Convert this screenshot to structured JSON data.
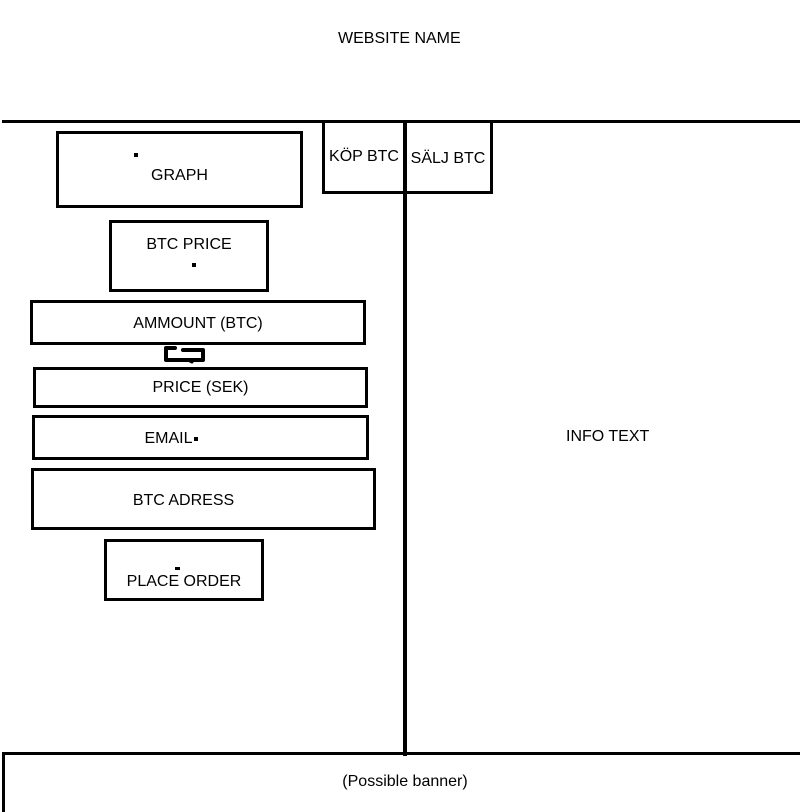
{
  "header": {
    "site_name": "WEBSITE NAME"
  },
  "left_panel": {
    "graph_label": "GRAPH",
    "btc_price_label": "BTC PRICE",
    "amount_label": "AMMOUNT (BTC)",
    "swap_icon": "swap-arrows-icon",
    "price_label": "PRICE (SEK)",
    "email_label": "EMAIL",
    "btc_address_label": "BTC ADRESS",
    "place_order_label": "PLACE ORDER"
  },
  "tabs": [
    {
      "label": "KÖP BTC"
    },
    {
      "label": "SÄLJ BTC"
    }
  ],
  "right_panel": {
    "info_text": "INFO TEXT"
  },
  "footer": {
    "banner_text": "(Possible banner)"
  },
  "colors": {
    "ink": "#000000",
    "paper": "#ffffff"
  }
}
